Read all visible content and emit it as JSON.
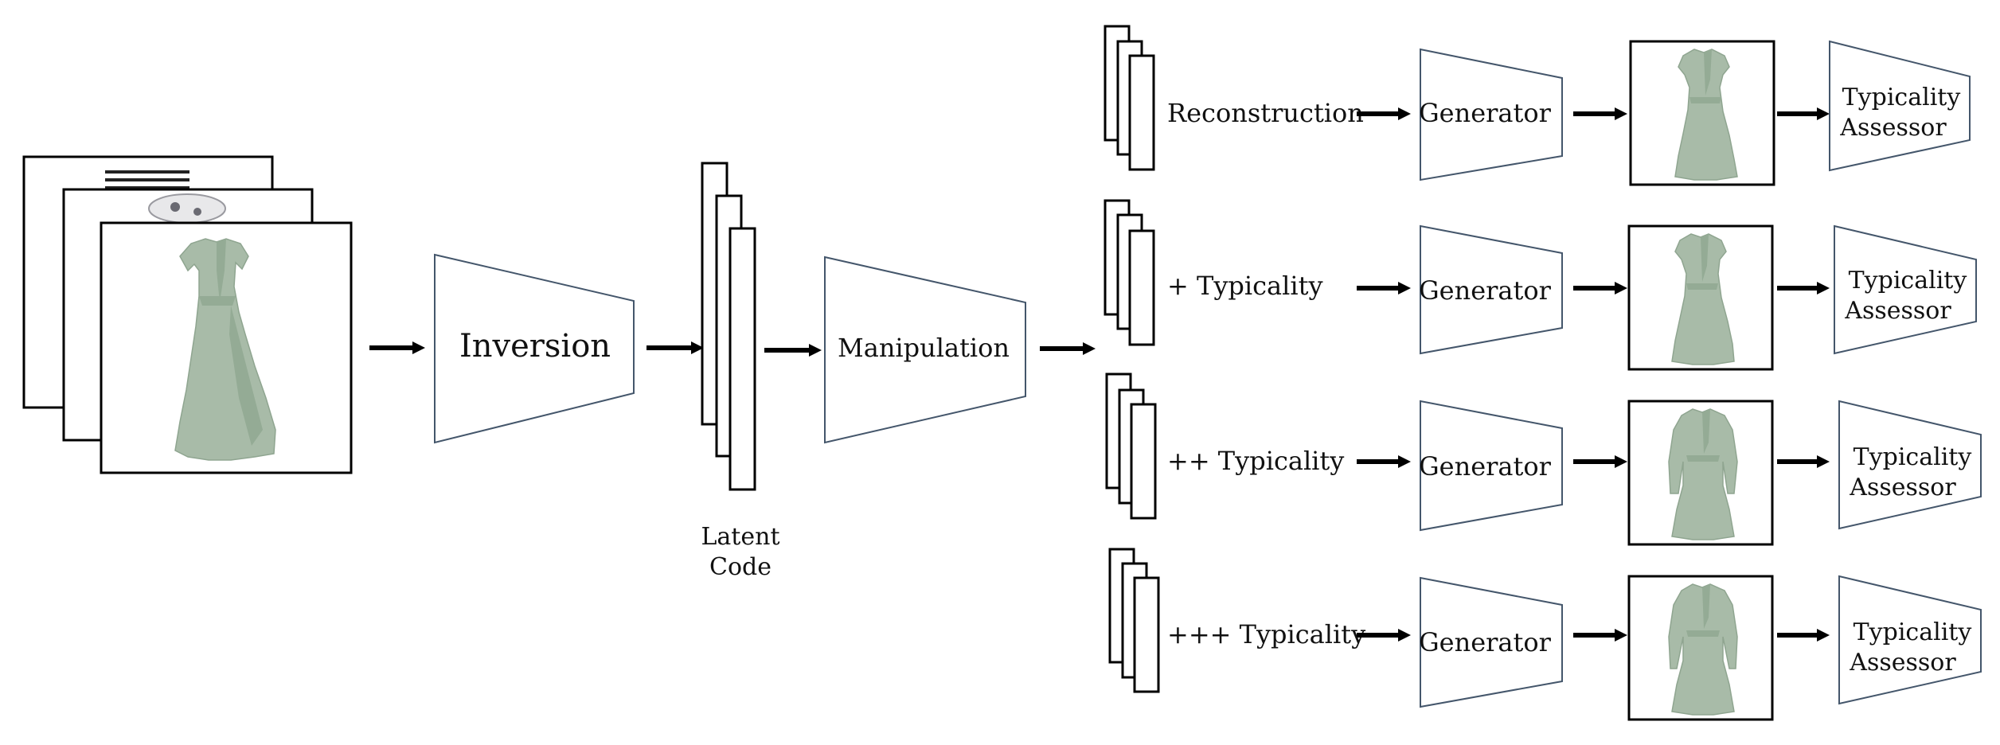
{
  "diagram": {
    "inversion_label": "Inversion",
    "latent_code_label_line1": "Latent",
    "latent_code_label_line2": "Code",
    "manipulation_label": "Manipulation",
    "rows": [
      {
        "label": "Reconstruction",
        "generator": "Generator",
        "assessor_line1": "Typicality",
        "assessor_line2": "Assessor"
      },
      {
        "label": "+ Typicality",
        "generator": "Generator",
        "assessor_line1": "Typicality",
        "assessor_line2": "Assessor"
      },
      {
        "label": "++ Typicality",
        "generator": "Generator",
        "assessor_line1": "Typicality",
        "assessor_line2": "Assessor"
      },
      {
        "label": "+++ Typicality",
        "generator": "Generator",
        "assessor_line1": "Typicality",
        "assessor_line2": "Assessor"
      }
    ],
    "colors": {
      "dress": "#a8bba8",
      "trapezoid_stroke": "#44566b",
      "arrow": "#000000"
    }
  }
}
